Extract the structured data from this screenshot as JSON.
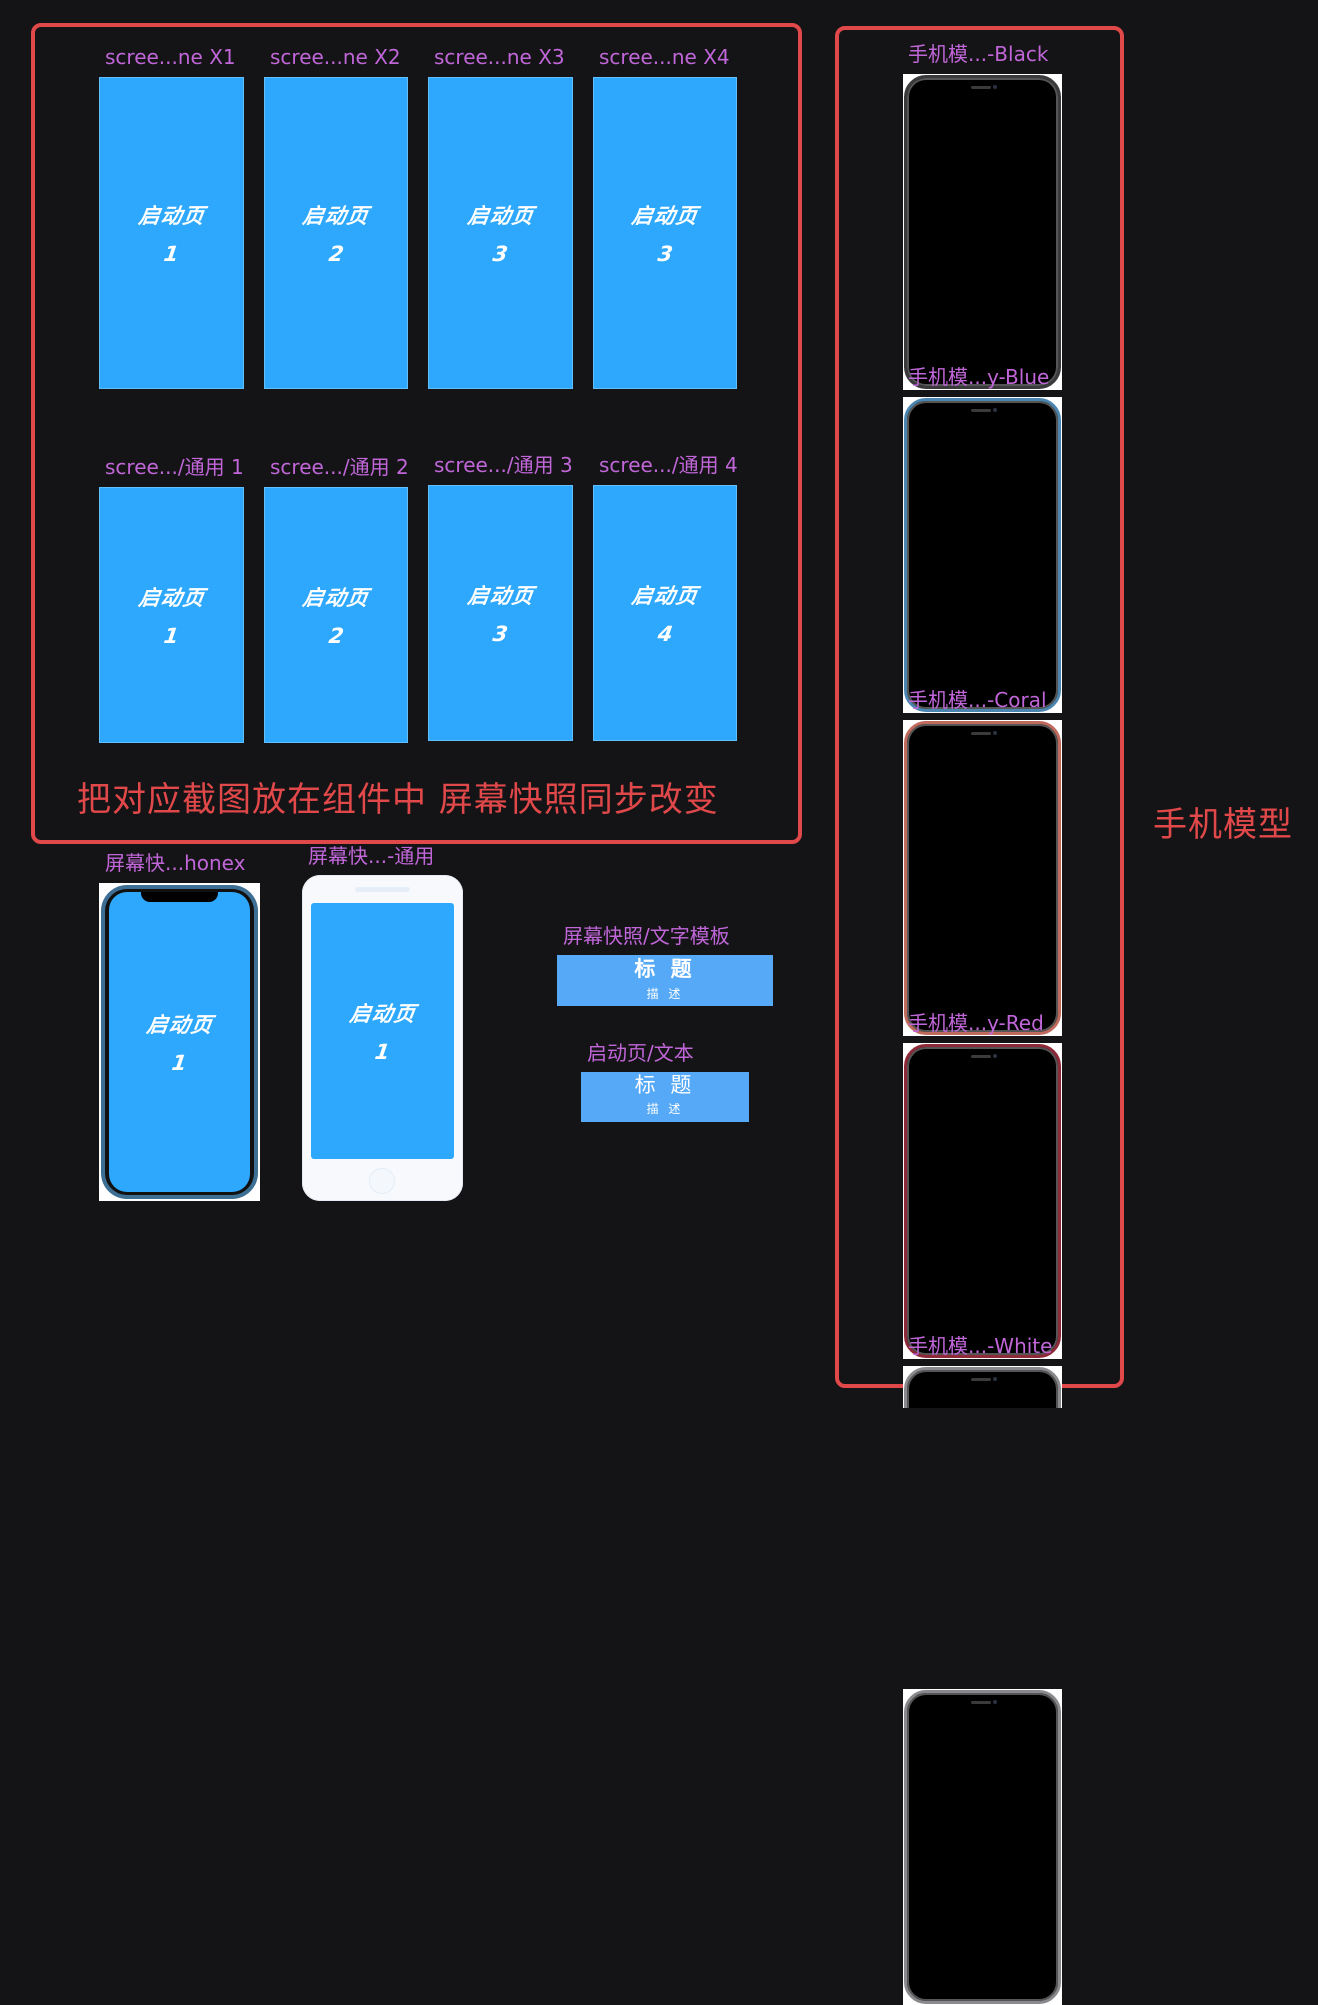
{
  "left_group": {
    "note": "把对应截图放在组件中  屏幕快照同步改变",
    "row1": [
      {
        "label": "scree...ne X1",
        "title": "启动页",
        "num": "1"
      },
      {
        "label": "scree...ne X2",
        "title": "启动页",
        "num": "2"
      },
      {
        "label": "scree...ne X3",
        "title": "启动页",
        "num": "3"
      },
      {
        "label": "scree...ne X4",
        "title": "启动页",
        "num": "3"
      }
    ],
    "row2": [
      {
        "label": "scree.../通用 1",
        "title": "启动页",
        "num": "1"
      },
      {
        "label": "scree.../通用 2",
        "title": "启动页",
        "num": "2"
      },
      {
        "label": "scree.../通用 3",
        "title": "启动页",
        "num": "3"
      },
      {
        "label": "scree.../通用 4",
        "title": "启动页",
        "num": "4"
      }
    ]
  },
  "snapshots": {
    "iphonex": {
      "label": "屏幕快...honex",
      "title": "启动页",
      "num": "1"
    },
    "generic": {
      "label": "屏幕快...-通用",
      "title": "启动页",
      "num": "1"
    }
  },
  "text_templates": {
    "snapshot_template": {
      "label": "屏幕快照/文字模板",
      "title": "标 题",
      "desc": "描 述"
    },
    "splash_text": {
      "label": "启动页/文本",
      "title": "标 题",
      "desc": "描  述"
    }
  },
  "phone_models": {
    "group_label": "手机模型",
    "items": [
      {
        "label": "手机模...-Black",
        "frame_color": "#3a3a3c"
      },
      {
        "label": "手机模...y-Blue",
        "frame_color": "#4a86b0"
      },
      {
        "label": "手机模...-Coral",
        "frame_color": "#c06a5e"
      },
      {
        "label": "手机模...y-Red",
        "frame_color": "#8e2a38"
      },
      {
        "label": "手机模...-White",
        "frame_color": "#8a8a8e"
      }
    ]
  },
  "colors": {
    "accent_red": "#e0484a",
    "label_purple": "#c066d8",
    "screen_blue": "#2ea8fd",
    "template_blue": "#56a9f6",
    "canvas_bg": "#141416"
  }
}
